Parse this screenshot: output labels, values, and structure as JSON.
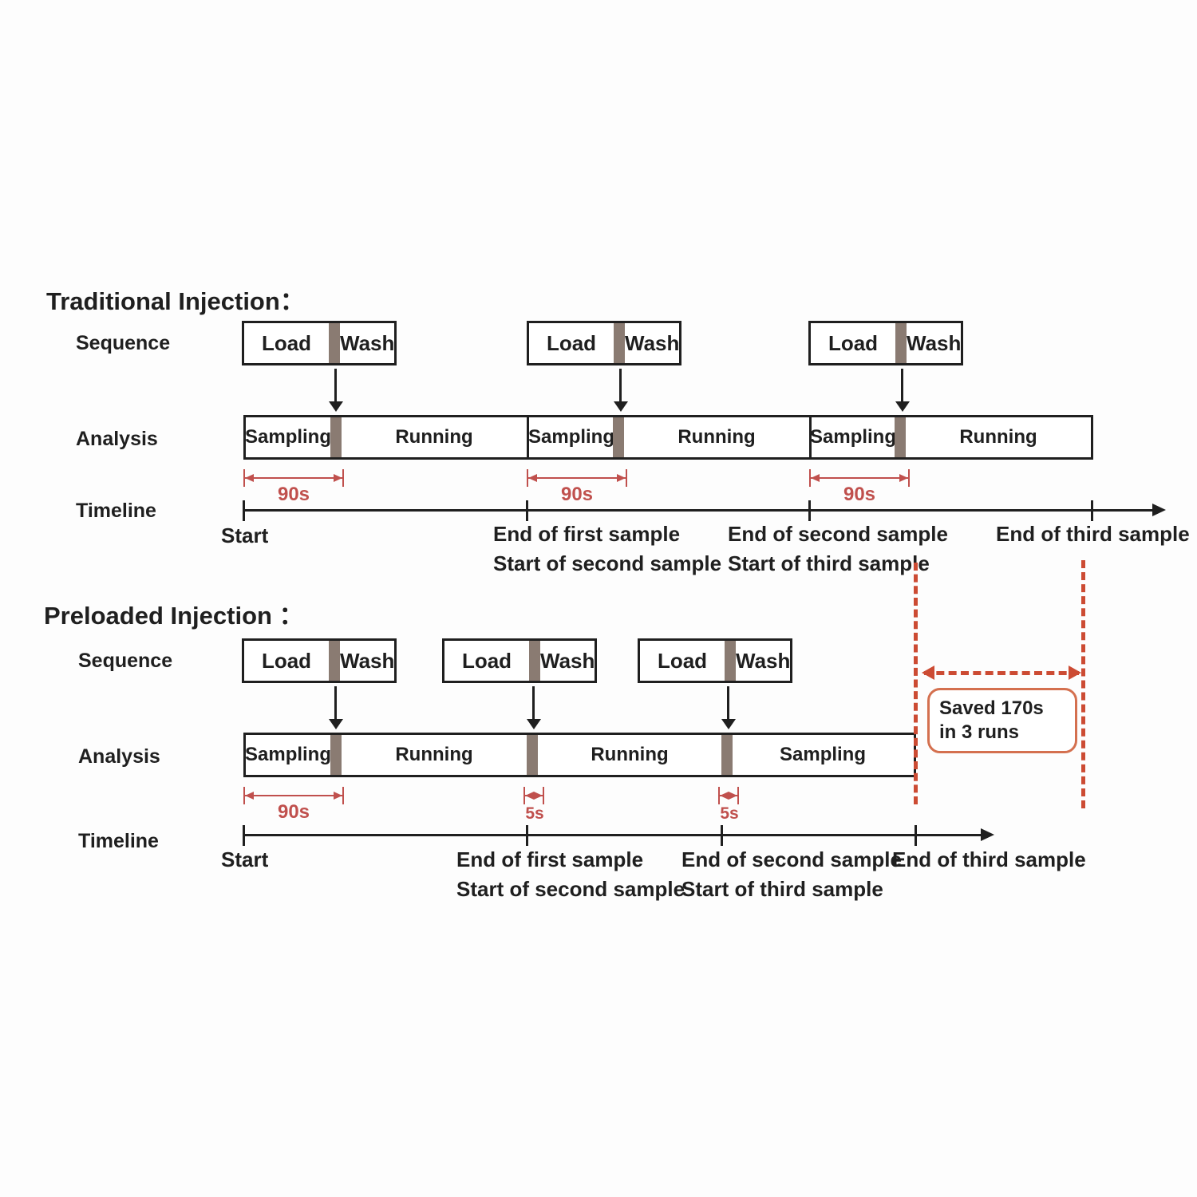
{
  "traditional": {
    "title": "Traditional Injection：",
    "rows": {
      "sequence": "Sequence",
      "analysis": "Analysis",
      "timeline": "Timeline"
    },
    "boxes": [
      {
        "load": "Load",
        "wash": "Wash"
      },
      {
        "load": "Load",
        "wash": "Wash"
      },
      {
        "load": "Load",
        "wash": "Wash"
      }
    ],
    "segments": [
      "Sampling",
      "Running",
      "Sampling",
      "Running",
      "Sampling",
      "Running"
    ],
    "durations": [
      "90s",
      "90s",
      "90s"
    ],
    "ticks": [
      {
        "l1": "Start",
        "l2": ""
      },
      {
        "l1": "End of first sample",
        "l2": "Start of second sample"
      },
      {
        "l1": "End of second sample",
        "l2": "Start of third sample"
      },
      {
        "l1": "End of third sample",
        "l2": ""
      }
    ]
  },
  "preloaded": {
    "title": "Preloaded Injection ：",
    "rows": {
      "sequence": "Sequence",
      "analysis": "Analysis",
      "timeline": "Timeline"
    },
    "boxes": [
      {
        "load": "Load",
        "wash": "Wash"
      },
      {
        "load": "Load",
        "wash": "Wash"
      },
      {
        "load": "Load",
        "wash": "Wash"
      }
    ],
    "segments": [
      "Sampling",
      "Running",
      "Running",
      "Sampling"
    ],
    "durations": [
      "90s",
      "5s",
      "5s"
    ],
    "ticks": [
      {
        "l1": "Start",
        "l2": ""
      },
      {
        "l1": "End of first sample",
        "l2": "Start of second sample"
      },
      {
        "l1": "End of second sample",
        "l2": "Start of third sample"
      },
      {
        "l1": "End of third sample",
        "l2": ""
      }
    ]
  },
  "note": {
    "saved": "Saved 170s in 3 runs"
  },
  "colors": {
    "annotation_red": "#c0504d",
    "dash_orange": "#cc4b33",
    "divider_gray": "#8a7b72"
  }
}
